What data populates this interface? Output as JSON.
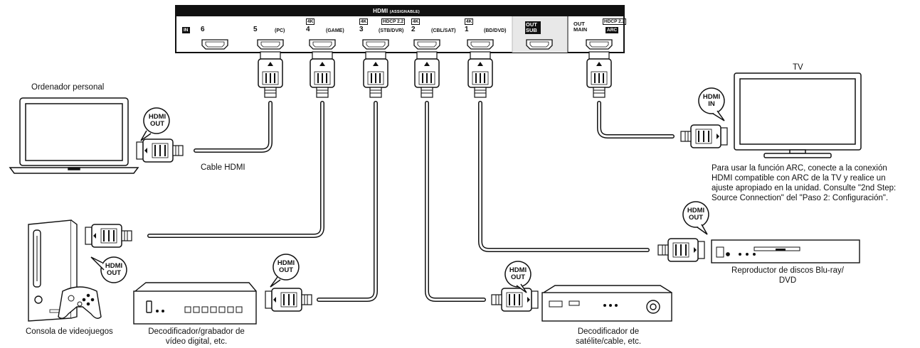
{
  "panel": {
    "title": "HDMI",
    "title_sub": "(ASSIGNABLE)",
    "in_label": "IN",
    "ports": [
      {
        "number": "6",
        "label": "",
        "tag": ""
      },
      {
        "number": "5",
        "label": "(PC)",
        "tag": ""
      },
      {
        "number": "4",
        "label": "(GAME)",
        "tag": "4K"
      },
      {
        "number": "3",
        "label": "(STB/DVR)",
        "tag": "4K",
        "tag2": "HDCP 2.2"
      },
      {
        "number": "2",
        "label": "(CBL/SAT)",
        "tag": "4K"
      },
      {
        "number": "1",
        "label": "(BD/DVD)",
        "tag": "4K"
      }
    ],
    "out_sub": "OUT SUB",
    "out_main": "OUT MAIN",
    "out_main_tag": "HDCP 2.2",
    "arc": "ARC"
  },
  "bubbles": {
    "pc": "HDMI OUT",
    "tv": "HDMI IN",
    "bd": "HDMI OUT",
    "game": "HDMI OUT",
    "stb": "HDMI OUT",
    "sat": "HDMI OUT"
  },
  "labels": {
    "pc": "Ordenador personal",
    "cable": "Cable HDMI",
    "tv": "TV",
    "arc_note": [
      "Para usar la función ARC, conecte a la conexión",
      "HDMI compatible con ARC de la TV y realice un",
      "ajuste apropiado en la unidad. Consulte \"2nd Step:",
      "Source Connection\" del \"Paso 2: Configuración\"."
    ],
    "bd": [
      "Reproductor de discos Blu-ray/",
      "DVD"
    ],
    "game": "Consola de videojuegos",
    "stb": [
      "Decodificador/grabador de",
      "vídeo digital, etc."
    ],
    "sat": [
      "Decodificador de",
      "satélite/cable, etc."
    ]
  }
}
